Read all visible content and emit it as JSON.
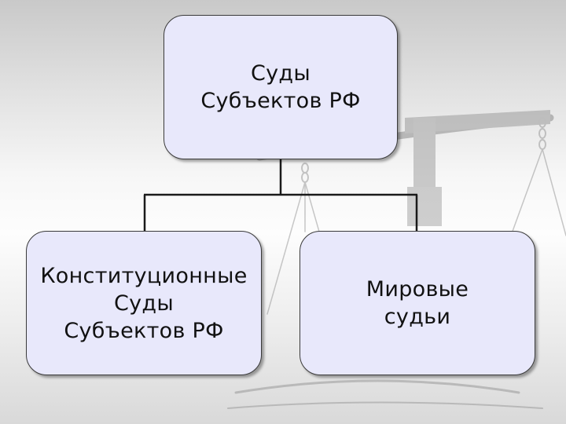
{
  "diagram": {
    "nodes": {
      "root": {
        "label": "Суды\nСубъектов РФ"
      },
      "left": {
        "label": "Конституционные\nСуды\nСубъектов РФ"
      },
      "right": {
        "label": "Мировые\nсудьи"
      }
    },
    "edges": [
      {
        "from": "root",
        "to": "left"
      },
      {
        "from": "root",
        "to": "right"
      }
    ]
  },
  "colors": {
    "node_fill": "#e8e8fb",
    "node_border": "#3a3a3a",
    "connector": "#1a1a1a",
    "watermark": "#9a9a9a"
  },
  "icons": {
    "background": "scales-of-justice-icon"
  }
}
